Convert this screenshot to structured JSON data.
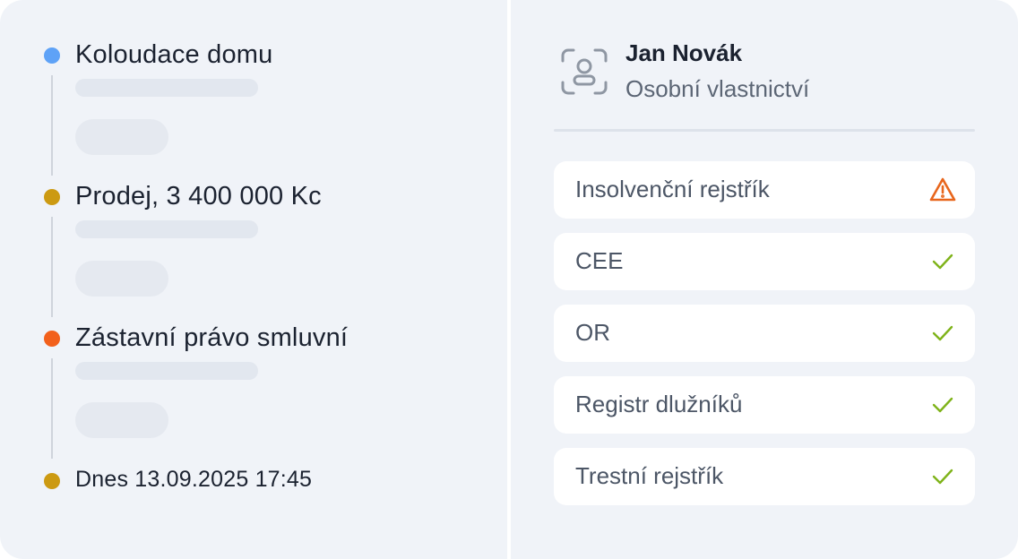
{
  "timeline": [
    {
      "title": "Koloudace domu",
      "dot_color": "#5ea2f7"
    },
    {
      "title": "Prodej, 3 400 000 Kc",
      "dot_color": "#cc9a12"
    },
    {
      "title": "Zástavní právo smluvní",
      "dot_color": "#f2601b"
    },
    {
      "title": "Dnes 13.09.2025 17:45",
      "dot_color": "#cc9a12"
    }
  ],
  "person": {
    "name": "Jan Novák",
    "ownership": "Osobní vlastnictví",
    "icon": "person-scan-icon"
  },
  "registries": [
    {
      "label": "Insolvenční rejstřík",
      "status": "warning",
      "icon": "warning-triangle-icon",
      "color": "#e8661c"
    },
    {
      "label": "CEE",
      "status": "ok",
      "icon": "check-icon",
      "color": "#7fb31a"
    },
    {
      "label": "OR",
      "status": "ok",
      "icon": "check-icon",
      "color": "#7fb31a"
    },
    {
      "label": "Registr dlužníků",
      "status": "ok",
      "icon": "check-icon",
      "color": "#7fb31a"
    },
    {
      "label": "Trestní rejstřík",
      "status": "ok",
      "icon": "check-icon",
      "color": "#7fb31a"
    }
  ]
}
